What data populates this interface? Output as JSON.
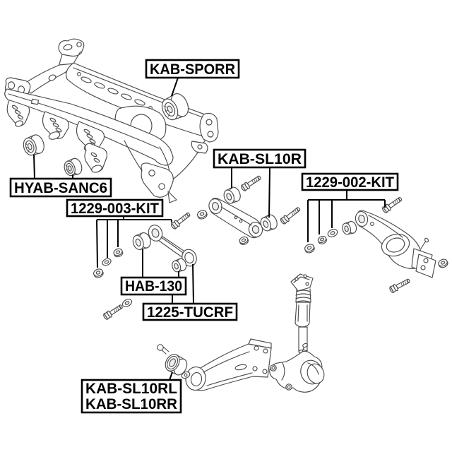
{
  "diagram": {
    "colors": {
      "background": "#ffffff",
      "art_line": "#4a4a4a",
      "label_border": "#000000",
      "label_fill": "#ffffff",
      "label_text": "#000000"
    },
    "labels": {
      "kab_sporr": "KAB-SPORR",
      "kab_sl10r": "KAB-SL10R",
      "kit_1229_002": "1229-002-KIT",
      "hyab_sanc6": "HYAB-SANC6",
      "kit_1229_003": "1229-003-KIT",
      "hab_130": "HAB-130",
      "tucrf_1225": "1225-TUCRF",
      "kab_sl10rl": "KAB-SL10RL",
      "kab_sl10rr": "KAB-SL10RR"
    }
  }
}
